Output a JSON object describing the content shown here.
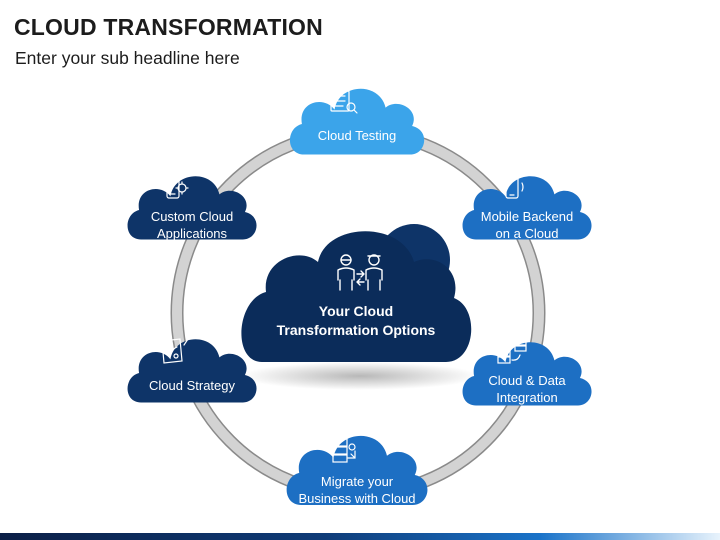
{
  "header": {
    "title": "CLOUD TRANSFORMATION",
    "subtitle": "Enter your sub headline here"
  },
  "center": {
    "line1": "Your Cloud",
    "line2": "Transformation Options",
    "icon": "people-transfer-icon"
  },
  "nodes": [
    {
      "id": "cloud-testing",
      "lines": [
        "Cloud Testing"
      ],
      "icon": "testing-checklist-icon"
    },
    {
      "id": "mobile-backend",
      "lines": [
        "Mobile Backend",
        "on a Cloud"
      ],
      "icon": "mobile-phone-icon"
    },
    {
      "id": "cloud-data-integration",
      "lines": [
        "Cloud & Data",
        "Integration"
      ],
      "icon": "data-integration-icon"
    },
    {
      "id": "migrate-business",
      "lines": [
        "Migrate your",
        "Business with Cloud"
      ],
      "icon": "migration-server-icon"
    },
    {
      "id": "cloud-strategy",
      "lines": [
        "Cloud Strategy"
      ],
      "icon": "strategy-board-icon"
    },
    {
      "id": "custom-cloud-apps",
      "lines": [
        "Custom Cloud",
        "Applications"
      ],
      "icon": "mobile-gear-icon"
    }
  ],
  "colors": {
    "light_blue": "#3ba4ea",
    "mid_blue": "#1d6fc3",
    "navy": "#0e3468",
    "dark_navy": "#0b2c5a",
    "ring": "#c2c2c2"
  }
}
